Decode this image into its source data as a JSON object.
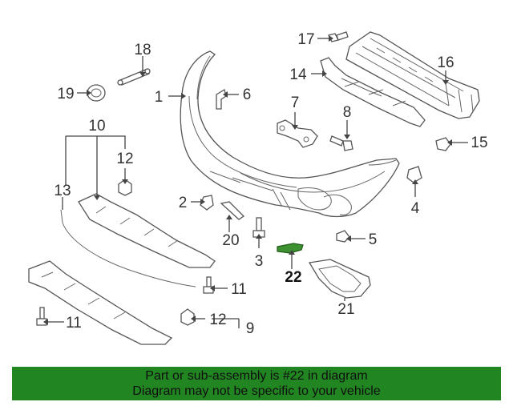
{
  "diagram": {
    "callouts": [
      {
        "id": "1",
        "label": "1"
      },
      {
        "id": "2",
        "label": "2"
      },
      {
        "id": "3",
        "label": "3"
      },
      {
        "id": "4",
        "label": "4"
      },
      {
        "id": "5",
        "label": "5"
      },
      {
        "id": "6",
        "label": "6"
      },
      {
        "id": "7",
        "label": "7"
      },
      {
        "id": "8",
        "label": "8"
      },
      {
        "id": "9",
        "label": "9"
      },
      {
        "id": "10",
        "label": "10"
      },
      {
        "id": "11a",
        "label": "11"
      },
      {
        "id": "11b",
        "label": "11"
      },
      {
        "id": "12a",
        "label": "12"
      },
      {
        "id": "12b",
        "label": "12"
      },
      {
        "id": "13",
        "label": "13"
      },
      {
        "id": "14",
        "label": "14"
      },
      {
        "id": "15",
        "label": "15"
      },
      {
        "id": "16",
        "label": "16"
      },
      {
        "id": "17",
        "label": "17"
      },
      {
        "id": "18",
        "label": "18"
      },
      {
        "id": "19",
        "label": "19"
      },
      {
        "id": "20",
        "label": "20"
      },
      {
        "id": "21",
        "label": "21"
      },
      {
        "id": "22",
        "label": "22"
      }
    ],
    "highlight_part": "22",
    "highlight_color": "#3d9130"
  },
  "footer": {
    "line1": "Part or sub-assembly is #22 in diagram",
    "line2": "Diagram may not be specific to your vehicle",
    "background": "#218521"
  }
}
